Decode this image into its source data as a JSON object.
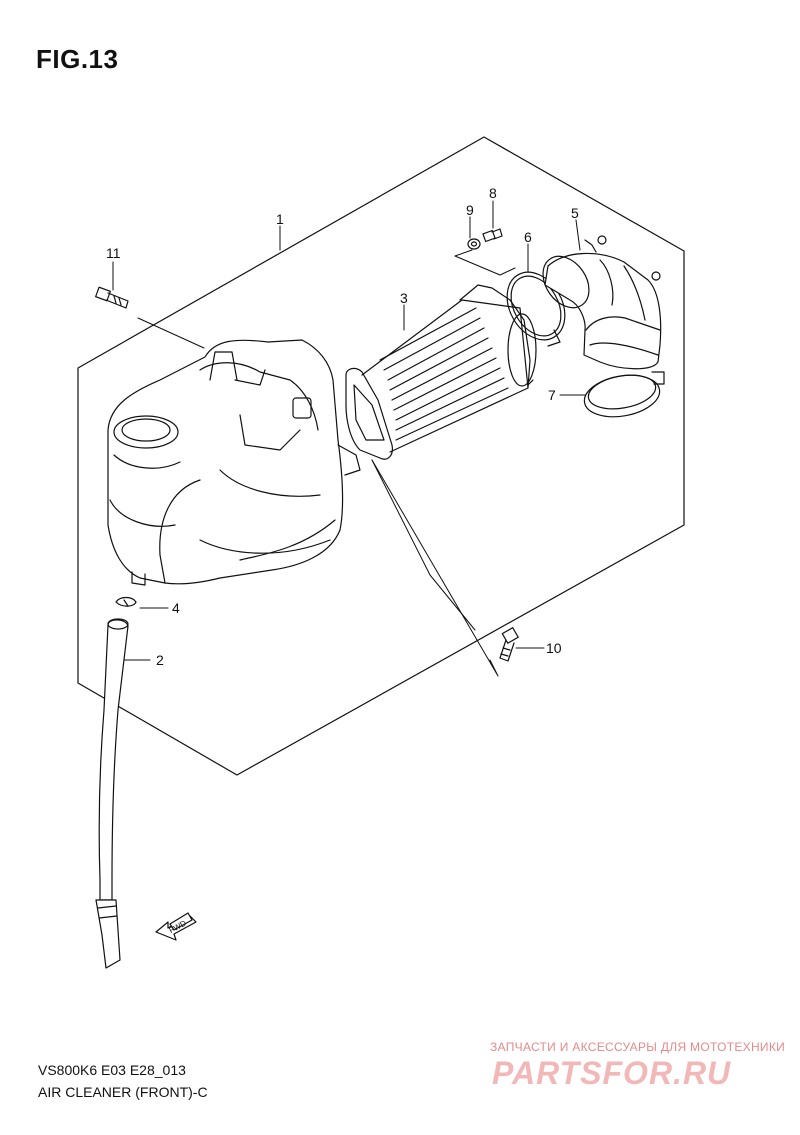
{
  "figure": {
    "title": "FIG.13"
  },
  "callouts": [
    {
      "id": "1",
      "label": "1"
    },
    {
      "id": "2",
      "label": "2"
    },
    {
      "id": "3",
      "label": "3"
    },
    {
      "id": "4",
      "label": "4"
    },
    {
      "id": "5",
      "label": "5"
    },
    {
      "id": "6",
      "label": "6"
    },
    {
      "id": "7",
      "label": "7"
    },
    {
      "id": "8",
      "label": "8"
    },
    {
      "id": "9",
      "label": "9"
    },
    {
      "id": "10",
      "label": "10"
    },
    {
      "id": "11",
      "label": "11"
    }
  ],
  "direction_marker": {
    "label": "FWD"
  },
  "footer": {
    "model_code": "VS800K6 E03 E28_013",
    "section_name": "AIR CLEANER (FRONT)-C"
  },
  "watermark": {
    "tagline": "ЗАПЧАСТИ И АКСЕССУАРЫ ДЛЯ МОТОТЕХНИКИ",
    "logo": "PARTSFOR.RU"
  },
  "colors": {
    "line": "#111111",
    "watermark": "#e58a8a"
  }
}
